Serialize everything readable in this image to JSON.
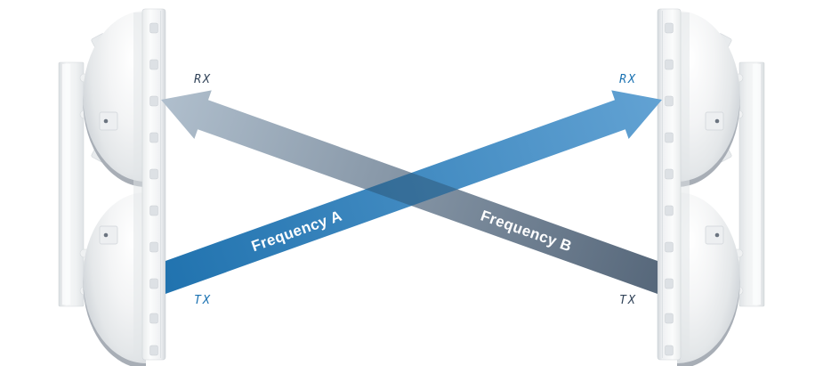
{
  "diagram": {
    "type": "wireless-link-frequency-diagram",
    "background": "#ffffff",
    "left_antenna": {
      "name": "dual-dish antenna left",
      "rx_label": "RX",
      "tx_label": "TX"
    },
    "right_antenna": {
      "name": "dual-dish antenna right",
      "rx_label": "RX",
      "tx_label": "TX"
    },
    "links": {
      "a": {
        "label": "Frequency A",
        "from": "left TX",
        "to": "right RX"
      },
      "b": {
        "label": "Frequency B",
        "from": "right TX",
        "to": "left RX"
      }
    },
    "colors": {
      "link_a_dark": "#2173af",
      "link_a_light": "#62a2d3",
      "link_b_dark": "#57687b",
      "link_b_light": "#b0bfcd",
      "overlap": "#366e9a",
      "rx_left": "#33455a",
      "tx_left": "#1b72b2",
      "rx_right": "#1b72b2",
      "tx_right": "#33455a",
      "band_text": "#ffffff",
      "antenna_body": "#f2f4f5"
    }
  }
}
